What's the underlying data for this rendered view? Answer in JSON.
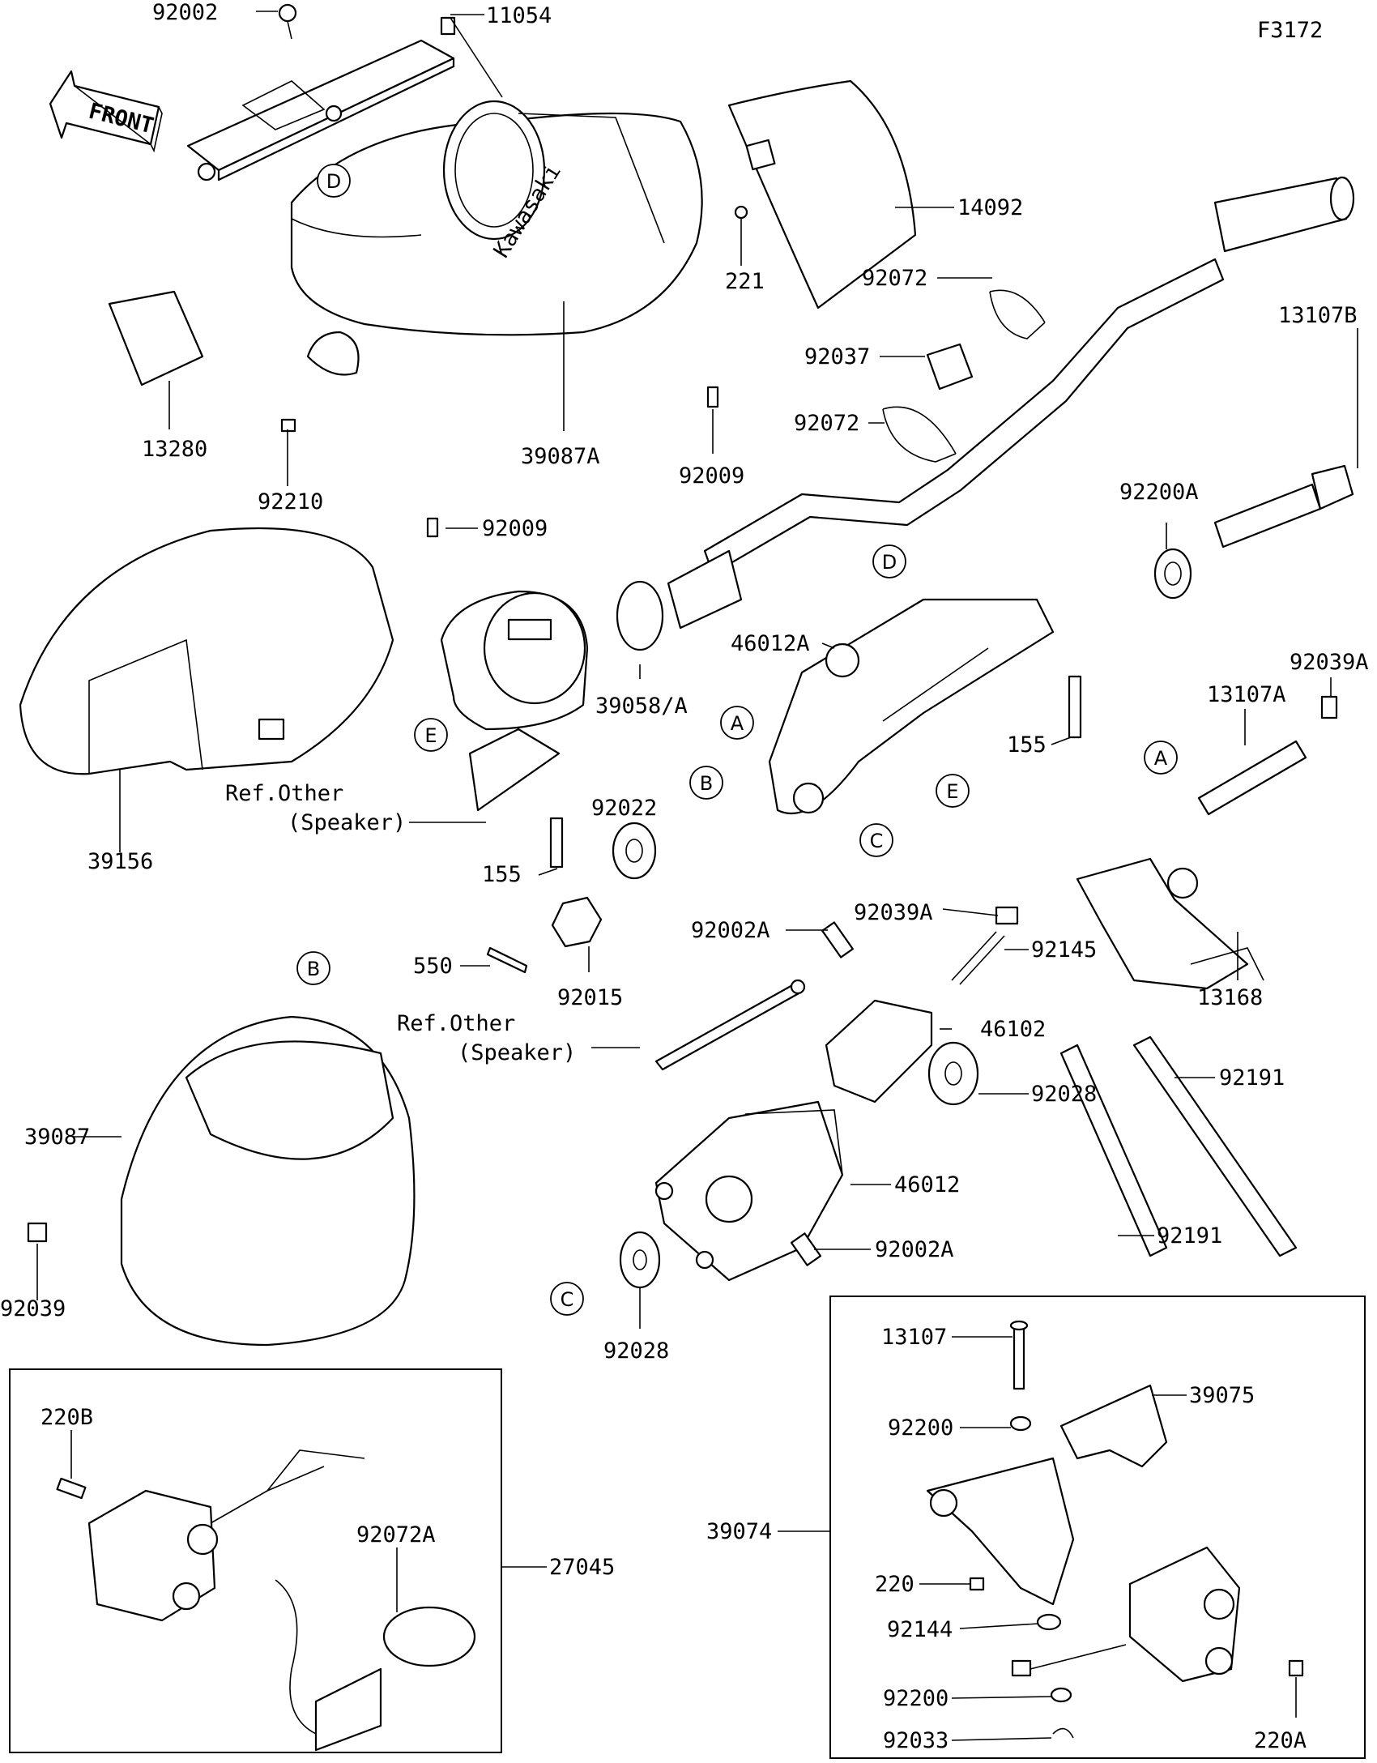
{
  "figure_code": "F3172",
  "front_label": "FRONT",
  "brand_on_cover": "Kawasaki",
  "part_labels": [
    {
      "id": "l1",
      "text": "92002"
    },
    {
      "id": "l2",
      "text": "11054"
    },
    {
      "id": "l3",
      "text": "14092"
    },
    {
      "id": "l4",
      "text": "221"
    },
    {
      "id": "l5",
      "text": "92072"
    },
    {
      "id": "l6",
      "text": "92037"
    },
    {
      "id": "l7",
      "text": "92072"
    },
    {
      "id": "l8",
      "text": "13107B"
    },
    {
      "id": "l9",
      "text": "13280"
    },
    {
      "id": "l10",
      "text": "39087A"
    },
    {
      "id": "l11",
      "text": "92009"
    },
    {
      "id": "l12",
      "text": "92210"
    },
    {
      "id": "l13",
      "text": "92009"
    },
    {
      "id": "l14",
      "text": "92200A"
    },
    {
      "id": "l15",
      "text": "46012A"
    },
    {
      "id": "l16",
      "text": "92039A"
    },
    {
      "id": "l17",
      "text": "13107A"
    },
    {
      "id": "l18",
      "text": "39058/A"
    },
    {
      "id": "l19",
      "text": "155"
    },
    {
      "id": "l20",
      "text": "39156"
    },
    {
      "id": "l21",
      "text": "Ref.Other"
    },
    {
      "id": "l22",
      "text": "(Speaker)"
    },
    {
      "id": "l23",
      "text": "155"
    },
    {
      "id": "l24",
      "text": "92022"
    },
    {
      "id": "l25",
      "text": "92039A"
    },
    {
      "id": "l26",
      "text": "92002A"
    },
    {
      "id": "l27",
      "text": "92145"
    },
    {
      "id": "l28",
      "text": "13168"
    },
    {
      "id": "l29",
      "text": "550"
    },
    {
      "id": "l30",
      "text": "92015"
    },
    {
      "id": "l31",
      "text": "Ref.Other"
    },
    {
      "id": "l32",
      "text": "(Speaker)"
    },
    {
      "id": "l33",
      "text": "46102"
    },
    {
      "id": "l34",
      "text": "92191"
    },
    {
      "id": "l35",
      "text": "92028"
    },
    {
      "id": "l36",
      "text": "39087"
    },
    {
      "id": "l37",
      "text": "46012"
    },
    {
      "id": "l38",
      "text": "92191"
    },
    {
      "id": "l39",
      "text": "92002A"
    },
    {
      "id": "l40",
      "text": "92039"
    },
    {
      "id": "l41",
      "text": "92028"
    },
    {
      "id": "l42",
      "text": "13107"
    },
    {
      "id": "l43",
      "text": "39075"
    },
    {
      "id": "l44",
      "text": "220B"
    },
    {
      "id": "l45",
      "text": "92200"
    },
    {
      "id": "l46",
      "text": "92072A"
    },
    {
      "id": "l47",
      "text": "27045"
    },
    {
      "id": "l48",
      "text": "39074"
    },
    {
      "id": "l49",
      "text": "220"
    },
    {
      "id": "l50",
      "text": "92144"
    },
    {
      "id": "l51",
      "text": "92200"
    },
    {
      "id": "l52",
      "text": "92033"
    },
    {
      "id": "l53",
      "text": "220A"
    }
  ],
  "reference_markers": [
    {
      "id": "c1",
      "text": "D"
    },
    {
      "id": "c2",
      "text": "D"
    },
    {
      "id": "c3",
      "text": "A"
    },
    {
      "id": "c4",
      "text": "B"
    },
    {
      "id": "c5",
      "text": "E"
    },
    {
      "id": "c6",
      "text": "E"
    },
    {
      "id": "c7",
      "text": "C"
    },
    {
      "id": "c8",
      "text": "A"
    },
    {
      "id": "c9",
      "text": "B"
    },
    {
      "id": "c10",
      "text": "C"
    }
  ]
}
